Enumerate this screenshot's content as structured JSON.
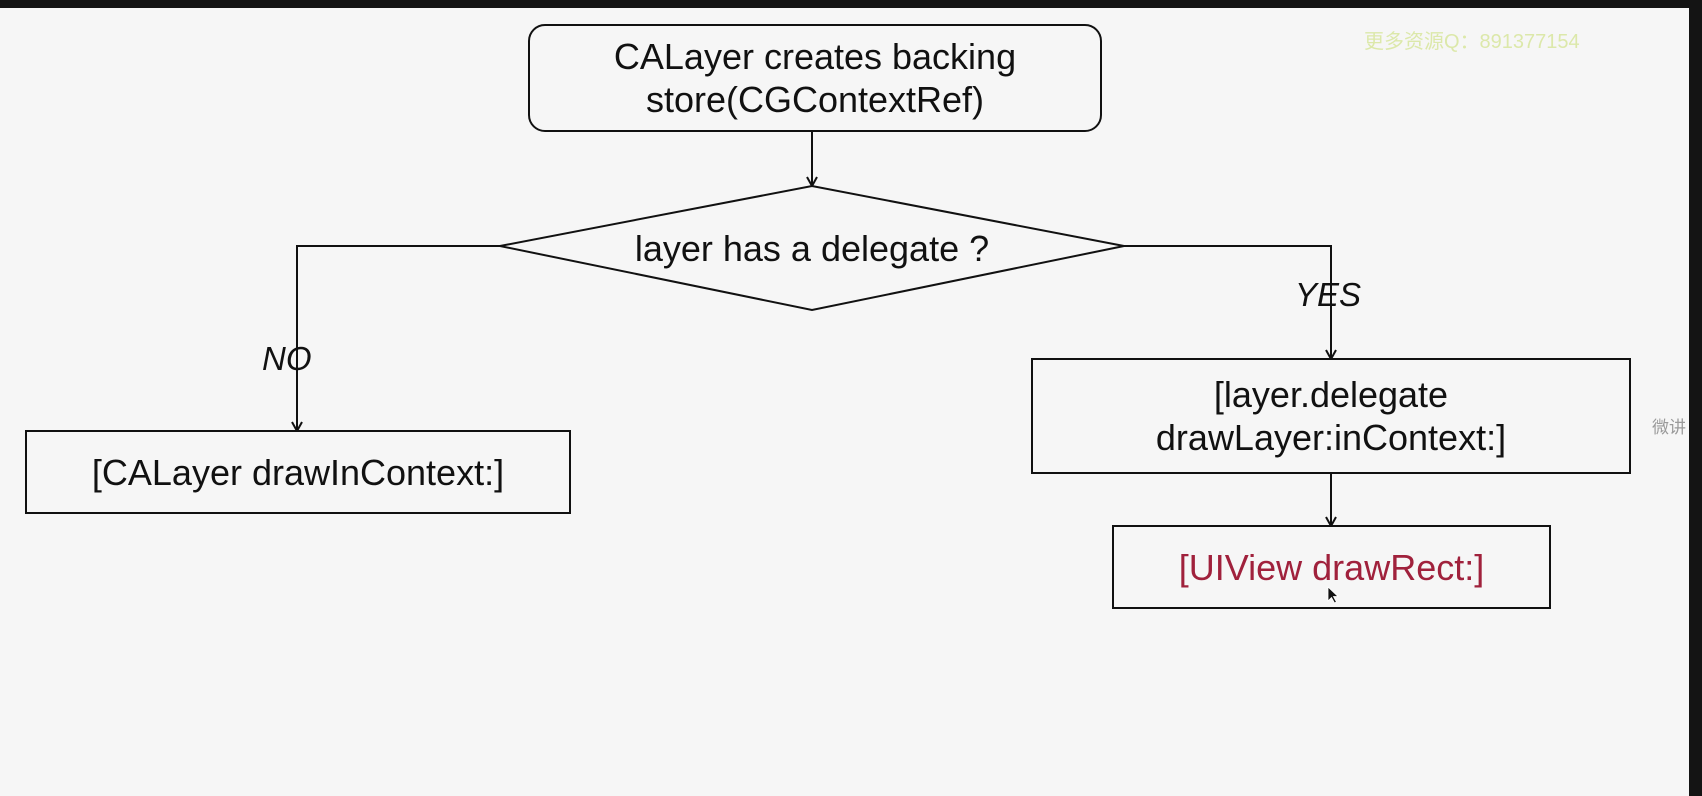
{
  "diagram": {
    "nodes": {
      "start": {
        "text": "CALayer creates backing\nstore(CGContextRef)"
      },
      "decision": {
        "text": "layer has a delegate ?"
      },
      "no_branch": {
        "text": "[CALayer drawInContext:]"
      },
      "yes_branch": {
        "text": "[layer.delegate\ndrawLayer:inContext:]"
      },
      "final": {
        "text": "[UIView drawRect:]",
        "color": "#a0213c"
      }
    },
    "labels": {
      "no": "NO",
      "yes": "YES"
    },
    "colors": {
      "background": "#f6f6f6",
      "stroke": "#111111",
      "text": "#111111",
      "highlight": "#a0213c"
    }
  },
  "watermark": "更多资源Q：891377154",
  "side_note": "微讲"
}
